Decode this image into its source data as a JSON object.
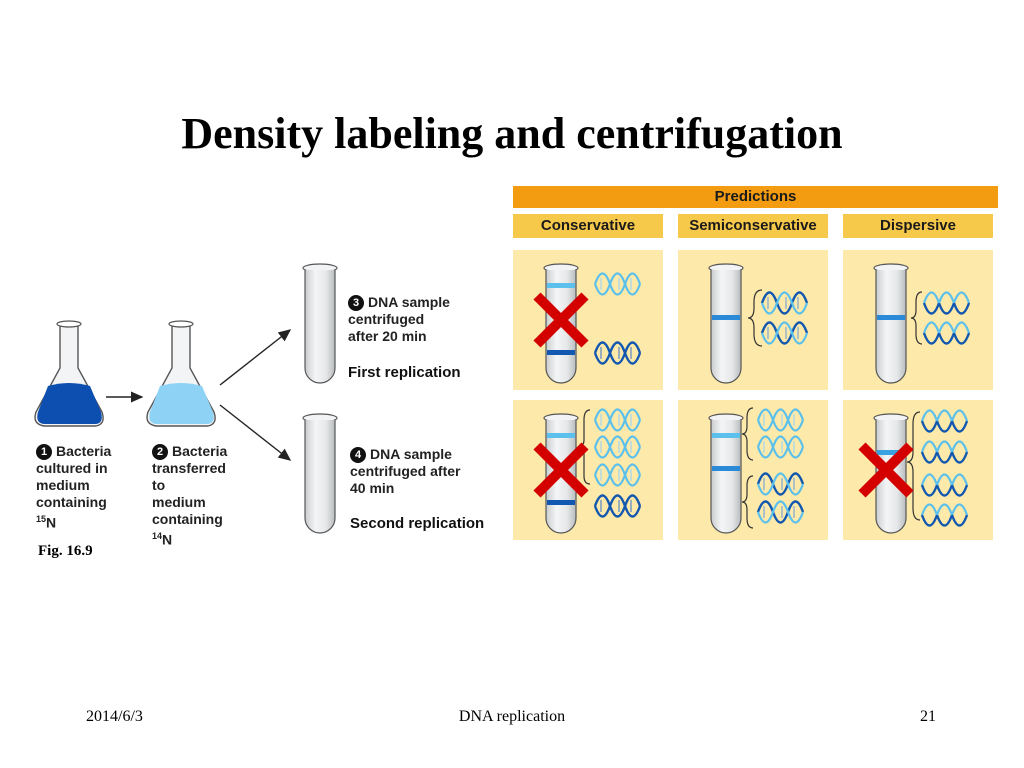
{
  "slide": {
    "title": "Density labeling and centrifugation",
    "fig_label": "Fig. 16.9",
    "footer": {
      "date": "2014/6/3",
      "topic": "DNA replication",
      "page": "21"
    }
  },
  "diagram": {
    "predictions_header": "Predictions",
    "columns": [
      "Conservative",
      "Semiconservative",
      "Dispersive"
    ],
    "steps": [
      {
        "num": "1",
        "lines": [
          "Bacteria",
          "cultured in",
          "medium",
          "containing"
        ],
        "isotope": {
          "mass": "15",
          "element": "N"
        }
      },
      {
        "num": "2",
        "lines": [
          "Bacteria",
          "transferred",
          "to",
          "medium",
          "containing"
        ],
        "isotope": {
          "mass": "14",
          "element": "N"
        }
      },
      {
        "num": "3",
        "lines": [
          "DNA sample",
          "centrifuged",
          "after 20 min"
        ]
      },
      {
        "num": "4",
        "lines": [
          "DNA sample",
          "centrifuged after",
          "40 min"
        ]
      }
    ],
    "first_replication": "First replication",
    "second_replication": "Second replication",
    "colors": {
      "heavy_blue": "#1257b0",
      "light_blue": "#4db8e8",
      "flask_heavy": "#0d4fb0",
      "flask_light": "#8ed3f5",
      "x_mark": "#d40000",
      "panel_bg": "#fde9a9",
      "header_bar": "#f39c12",
      "column_header": "#f7c94a"
    }
  }
}
